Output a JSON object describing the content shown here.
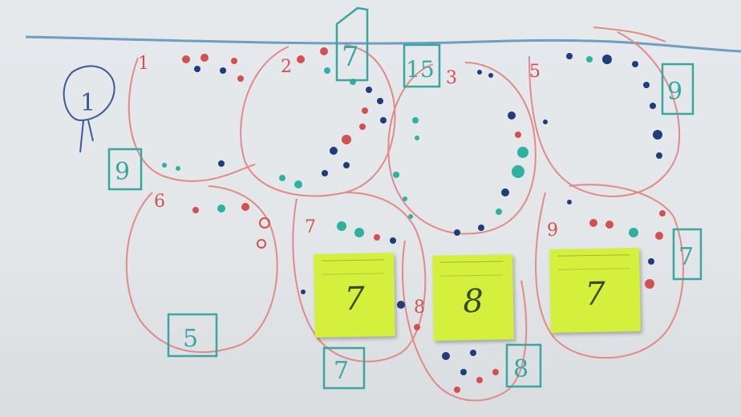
{
  "colors": {
    "line": "#6f9ec2",
    "loop": "#e28a86",
    "red": "#d2504f",
    "blue": "#1f3d7a",
    "teal": "#2bb3a0",
    "box": "#3aa6a0",
    "note": "#d4f03c"
  },
  "zone_numbers": [
    "1",
    "2",
    "3",
    "5",
    "6",
    "7",
    "8",
    "9"
  ],
  "box_numbers": [
    "1",
    "9",
    "5",
    "15",
    "9",
    "7",
    "7",
    "8",
    "7"
  ],
  "sticky_notes": [
    "7",
    "8",
    "7"
  ]
}
